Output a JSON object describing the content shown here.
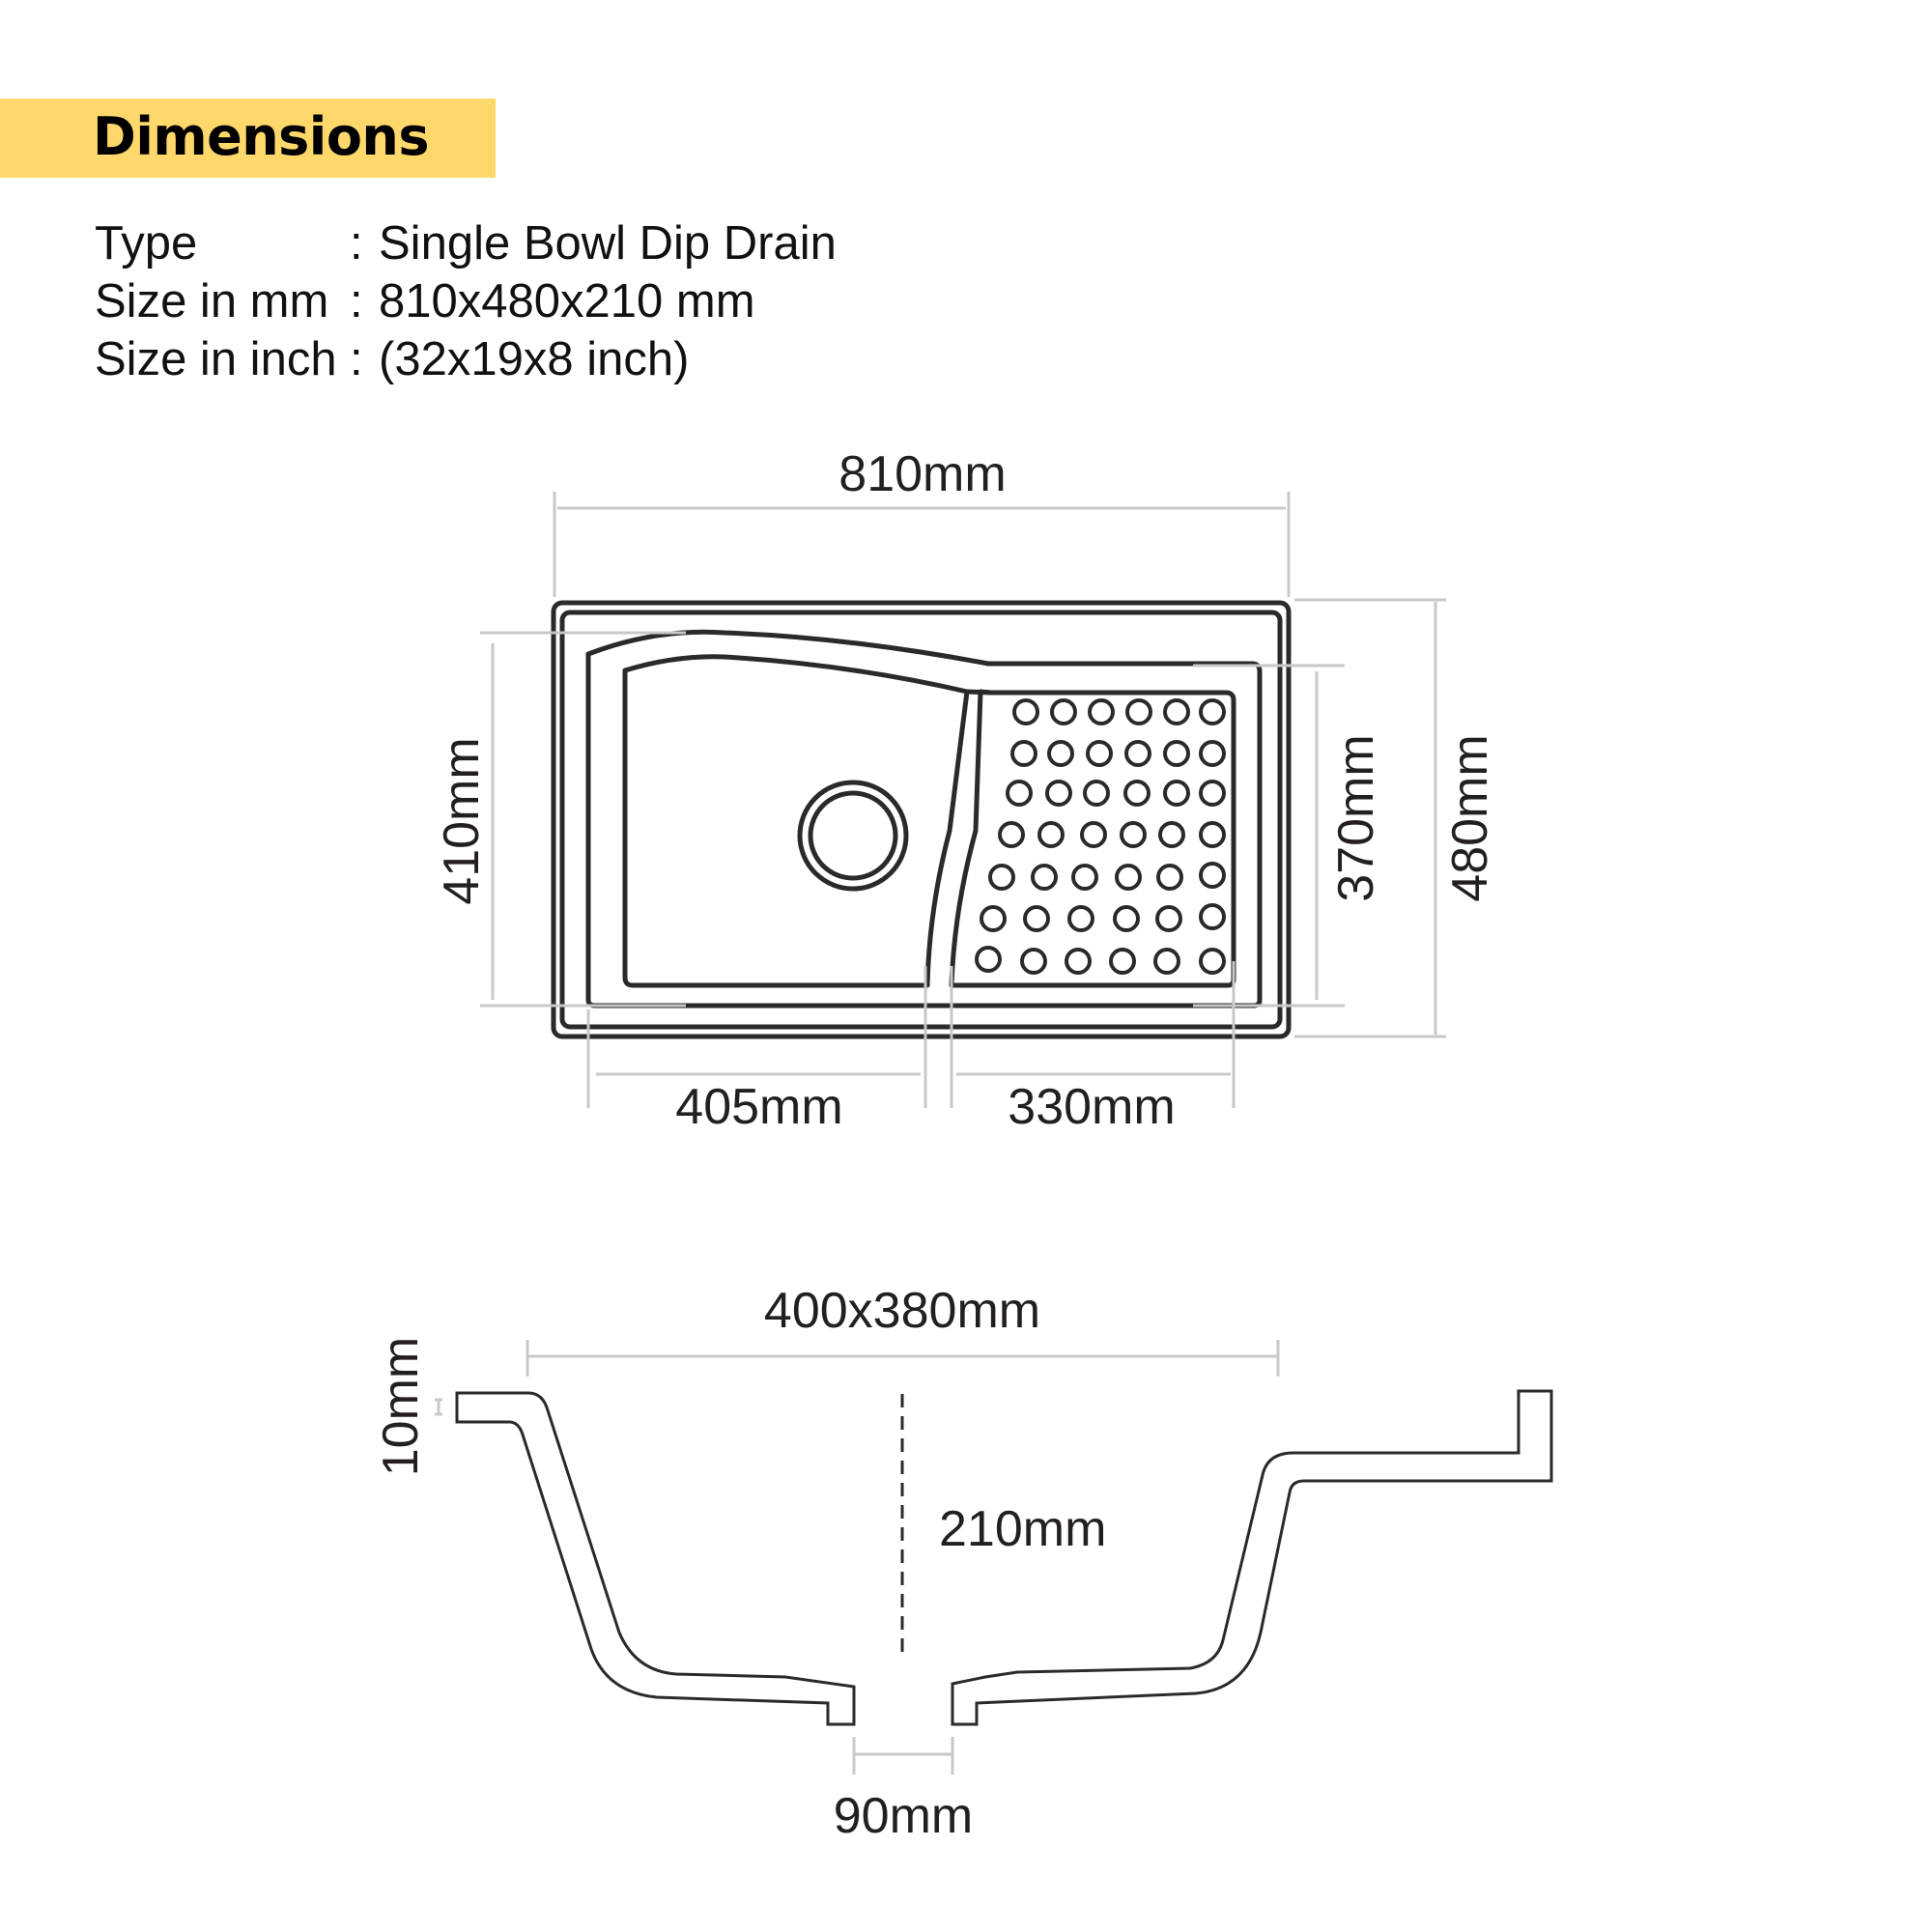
{
  "header": {
    "title": "Dimensions",
    "banner_color": "#FFD86B"
  },
  "specs": [
    {
      "label": "Type",
      "separator": ":",
      "value": "Single Bowl Dip Drain"
    },
    {
      "label": "Size in mm",
      "separator": ":",
      "value": "810x480x210 mm"
    },
    {
      "label": "Size in inch",
      "separator": ":",
      "value": "(32x19x8 inch)"
    }
  ],
  "top_view": {
    "overall_width": "810mm",
    "overall_depth": "480mm",
    "bowl_depth_left": "410mm",
    "drainer_depth": "370mm",
    "bowl_width": "405mm",
    "drainer_width": "330mm",
    "drainer_holes": {
      "rows": 7,
      "columns": 6
    },
    "drain_outlet": "circle"
  },
  "section_view": {
    "bowl_size": "400x380mm",
    "bowl_height": "210mm",
    "rim_thickness": "10mm",
    "drain_width": "90mm"
  },
  "colors": {
    "ink": "#2b2a2b",
    "guide": "#c8c8c8",
    "text": "#231f20"
  }
}
